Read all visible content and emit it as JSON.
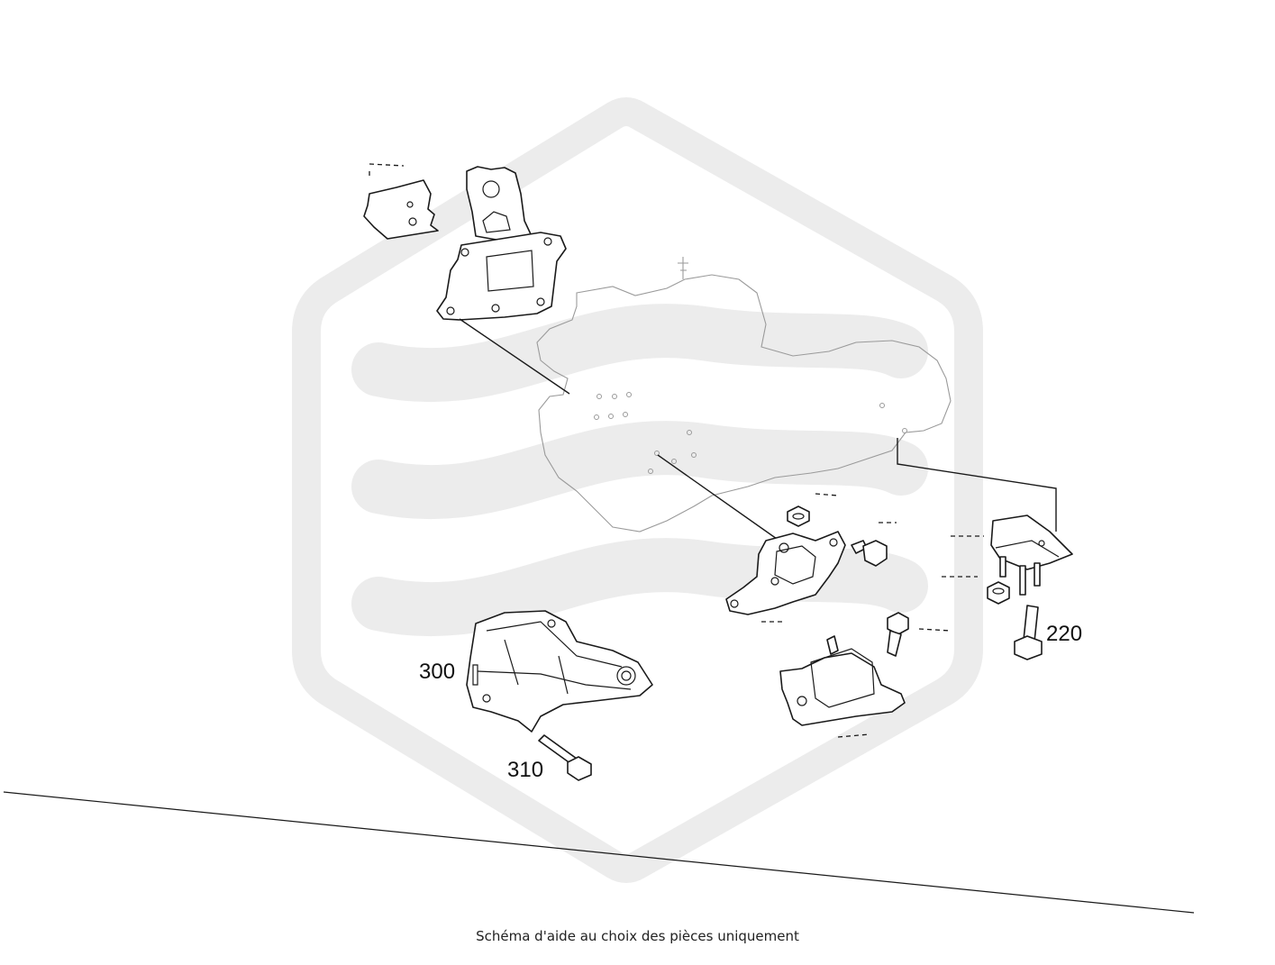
{
  "callouts": {
    "bracket_220": "220",
    "bracket_300": "300",
    "bolt_310": "310"
  },
  "caption": "Schéma d'aide au choix des pièces uniquement",
  "colors": {
    "watermark": "#ececec",
    "lines": "#1a1a1a",
    "ghost_outline": "#9a9a9a"
  }
}
